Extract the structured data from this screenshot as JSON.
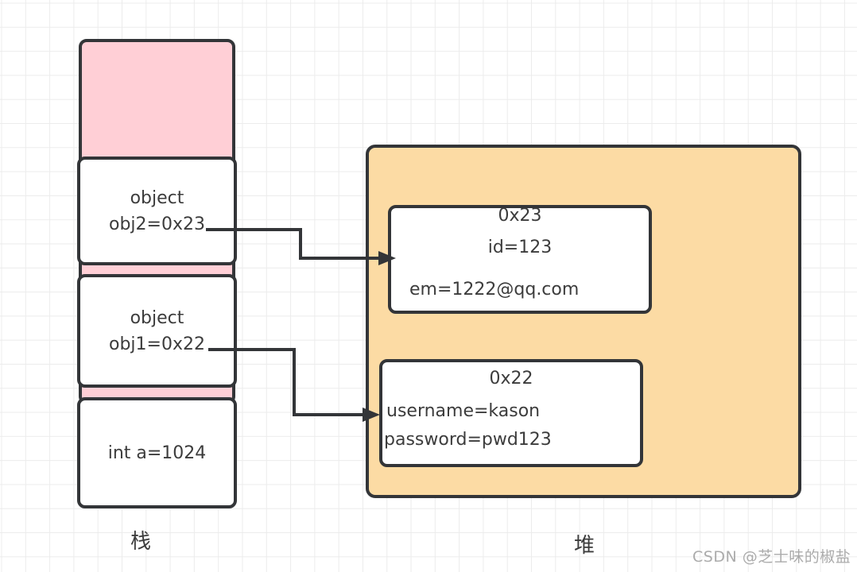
{
  "title": "stack-heap-memory-diagram",
  "colors": {
    "stack_fill": "#ffcfd6",
    "heap_fill": "#fcdba4",
    "box_fill": "#ffffff",
    "stroke": "#333538",
    "text": "#3c3c3c",
    "grid": "#ececec",
    "watermark": "#ababab"
  },
  "stack": {
    "label": "栈",
    "frames": [
      {
        "line1": "object",
        "line2": "obj2=0x23"
      },
      {
        "line1": "object",
        "line2": "obj1=0x22"
      },
      {
        "line1": "int a=1024"
      }
    ]
  },
  "heap": {
    "label": "堆",
    "objects": [
      {
        "address": "0x23",
        "fields": [
          "id=123",
          "em=1222@qq.com"
        ]
      },
      {
        "address": "0x22",
        "fields": [
          "username=kason",
          "password=pwd123"
        ]
      }
    ]
  },
  "arrows": [
    {
      "from": "obj2=0x23",
      "to": "0x23"
    },
    {
      "from": "obj1=0x22",
      "to": "0x22"
    }
  ],
  "watermark": "CSDN @芝士味的椒盐"
}
